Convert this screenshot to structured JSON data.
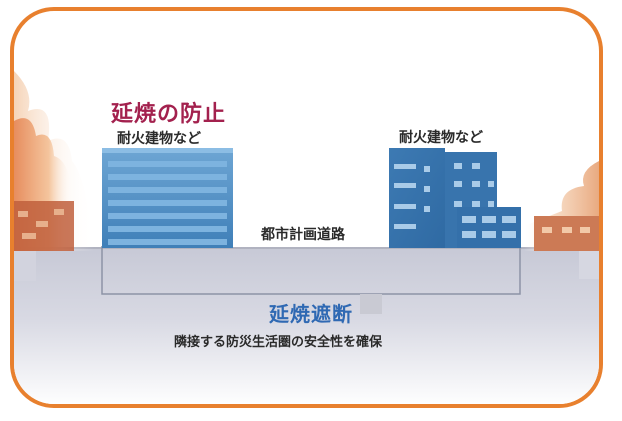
{
  "labels": {
    "prevention": "延焼の防止",
    "left_building": "耐火建物など",
    "right_building": "耐火建物など",
    "road": "都市計画道路",
    "cutoff": "延焼遮断",
    "ensure": "隣接する防災生活圏の安全性を確保"
  },
  "colors": {
    "frame_border": "#e8802e",
    "prevention_text": "#a3214e",
    "cutoff_text": "#2f69b3",
    "building_blue": "#4f8fc4",
    "fire_orange": "#e8a36a"
  }
}
